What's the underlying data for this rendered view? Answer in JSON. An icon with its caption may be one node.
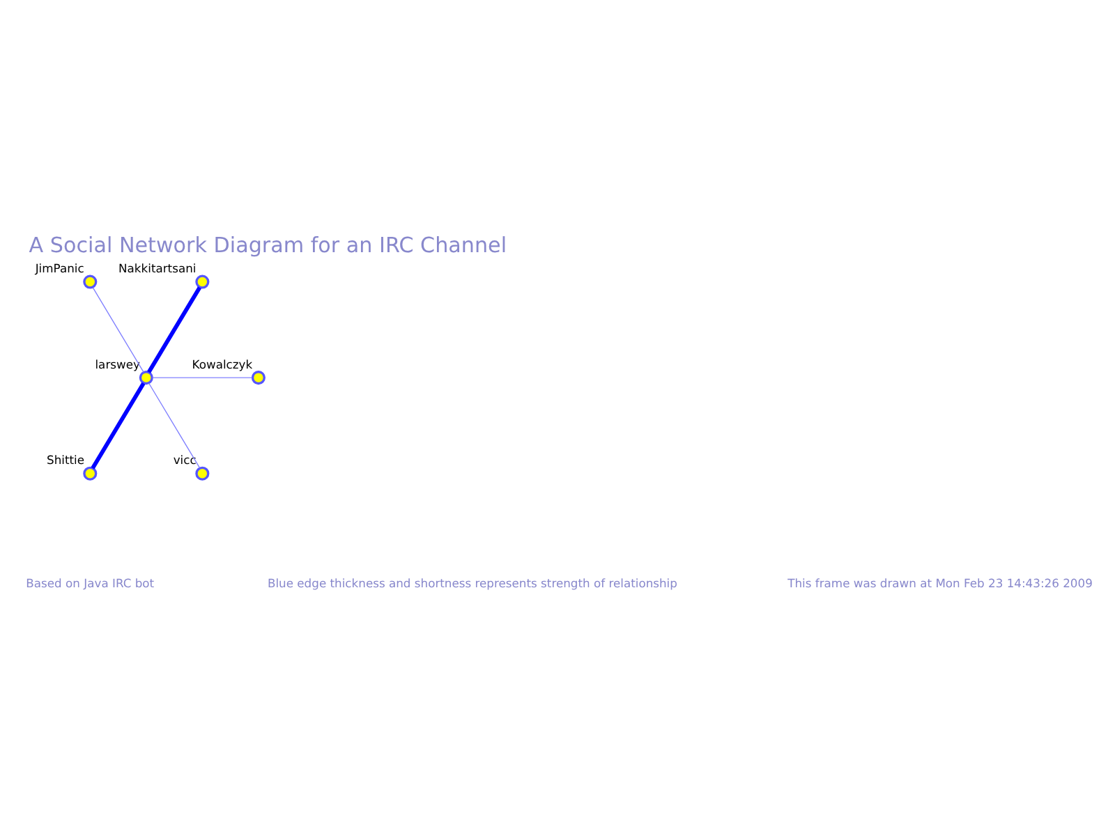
{
  "diagram": {
    "title": "A Social Network Diagram for an IRC Channel",
    "nodes": [
      {
        "text": [
          "JimPanic"
        ]
      },
      {
        "text": [
          "Nakkitartsani"
        ]
      },
      {
        "text": [
          "larswey"
        ]
      },
      {
        "text": [
          "Kowalczyk"
        ]
      },
      {
        "text": [
          "Shittie"
        ]
      },
      {
        "text": [
          "vicc"
        ]
      }
    ],
    "edges": [
      {
        "from": 2,
        "to": 0,
        "arrow": "none"
      },
      {
        "from": 2,
        "to": 1,
        "arrow": "none",
        "style": "thick",
        "color": "#0000ff"
      },
      {
        "from": 2,
        "to": 3,
        "arrow": "none"
      },
      {
        "from": 2,
        "to": 4,
        "arrow": "none",
        "style": "thick",
        "color": "#0000ff"
      },
      {
        "from": 2,
        "to": 5,
        "arrow": "none"
      }
    ],
    "labels": [
      "Based on Java IRC bot",
      "Blue edge thickness and shortness represents strength of relationship",
      "This frame was drawn at Mon Feb 23 14:43:26 2009"
    ]
  }
}
